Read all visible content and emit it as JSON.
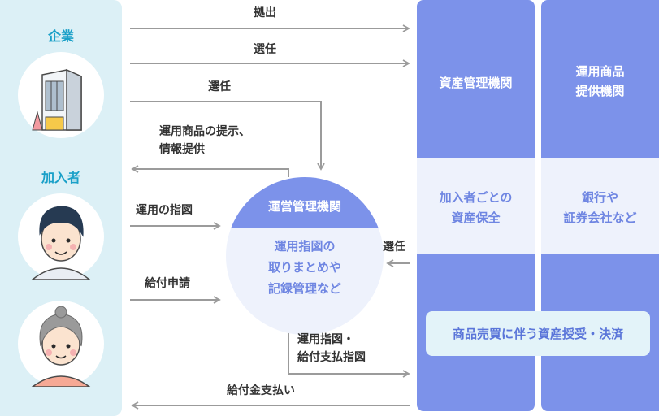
{
  "parties": {
    "company": "企業",
    "member": "加入者"
  },
  "columns": {
    "asset_manager": "資産管理機関",
    "product_provider": "運用商品\n提供機関",
    "asset_manager_role": "加入者ごとの\n資産保全",
    "product_provider_role": "銀行や\n証券会社など",
    "settlement": "商品売買に伴う資産授受・決済"
  },
  "operator": {
    "title": "運営管理機関",
    "role": "運用指図の\n取りまとめや\n記録管理など"
  },
  "flows": {
    "contribution": "拠出",
    "appoint_asset": "選任",
    "appoint_operator": "選任",
    "present_products": "運用商品の提示、\n情報提供",
    "investment_instruction": "運用の指図",
    "benefit_claim": "給付申請",
    "appoint_from_asset": "選任",
    "instructions_to_asset": "運用指図・\n給付支払指図",
    "benefit_payment": "給付金支払い"
  },
  "colors": {
    "panel": "#dcf0f6",
    "column": "#7c92ea",
    "band": "#eef2fc",
    "arrow": "#9b9b9b",
    "party_label": "#1aa0c8"
  }
}
